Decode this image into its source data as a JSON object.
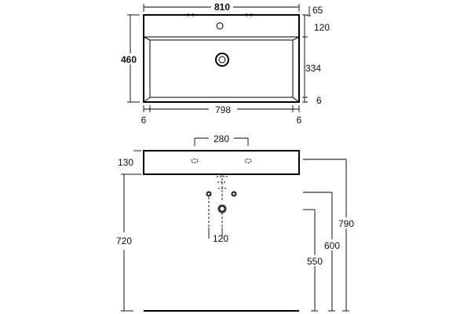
{
  "top_view": {
    "overall_width": "810",
    "inner_width": "798",
    "side_margin_left": "6",
    "side_margin_right": "6",
    "overall_depth": "460",
    "rim_depth": "120",
    "tap_hole_offset": "65",
    "bowl_depth": "334",
    "bottom_margin": "6"
  },
  "front_view": {
    "bracket_spacing": "280",
    "basin_height": "130",
    "drain_spacing": "120",
    "mount_height": "720",
    "height_550": "550",
    "height_600": "600",
    "overall_height": "790"
  }
}
